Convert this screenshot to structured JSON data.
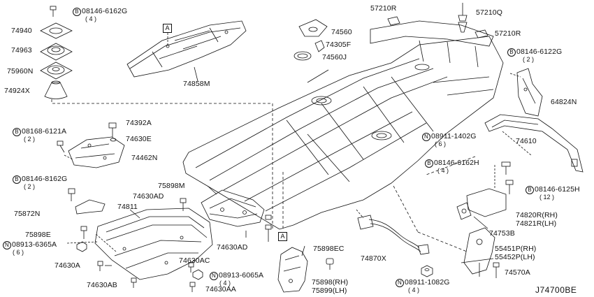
{
  "diagram_code": "J74700BE",
  "ref_markers": [
    "A",
    "A"
  ],
  "parts": {
    "p74940": "74940",
    "p74963": "74963",
    "p75960N": "75960N",
    "p74924X": "74924X",
    "bolt_08146_6162G": {
      "prefix": "B",
      "num": "08146-6162G",
      "qty": "( 4 )"
    },
    "p74858M": "74858M",
    "p57210R_top": "57210R",
    "p57210Q": "57210Q",
    "p74560": "74560",
    "p74305F": "74305F",
    "p74560J": "74560J",
    "p57210R_right": "57210R",
    "bolt_08146_6122G": {
      "prefix": "B",
      "num": "08146-6122G",
      "qty": "( 2 )"
    },
    "p64824N": "64824N",
    "p74392A": "74392A",
    "bolt_08168_6121A": {
      "prefix": "B",
      "num": "08168-6121A",
      "qty": "( 2 )"
    },
    "p74630E": "74630E",
    "p74462N": "74462N",
    "nut_08911_1402G": {
      "prefix": "N",
      "num": "08911-1402G",
      "qty": "( 6 )"
    },
    "p74610": "74610",
    "bolt_08146_6162H": {
      "prefix": "B",
      "num": "08146-6162H",
      "qty": "( 4 )"
    },
    "bolt_08146_8162G": {
      "prefix": "B",
      "num": "08146-8162G",
      "qty": "( 2 )"
    },
    "p75898M": "75898M",
    "bolt_08146_6125H": {
      "prefix": "B",
      "num": "08146-6125H",
      "qty": "( 12 )"
    },
    "p74630AD_left": "74630AD",
    "p75872N": "75872N",
    "p74811": "74811",
    "p74820R": "74820R(RH)",
    "p74821R": "74821R(LH)",
    "p75898E": "75898E",
    "p74753B": "74753B",
    "nut_08913_6365A": {
      "prefix": "N",
      "num": "08913-6365A",
      "qty": "( 6 )"
    },
    "p74630AD_mid": "74630AD",
    "p55451P": "55451P(RH)",
    "p55452P": "55452P(LH)",
    "p75898EC": "75898EC",
    "p74870X": "74870X",
    "p74630AC": "74630AC",
    "p74630A": "74630A",
    "p74570A": "74570A",
    "nut_08913_6065A": {
      "prefix": "N",
      "num": "08913-6065A",
      "qty": "( 4 )"
    },
    "p75898RH": "75898(RH)",
    "p75899LH": "75899(LH)",
    "nut_08911_1082G": {
      "prefix": "N",
      "num": "08911-1082G",
      "qty": "( 4 )"
    },
    "p74630AB": "74630AB",
    "p74630AA": "74630AA"
  }
}
